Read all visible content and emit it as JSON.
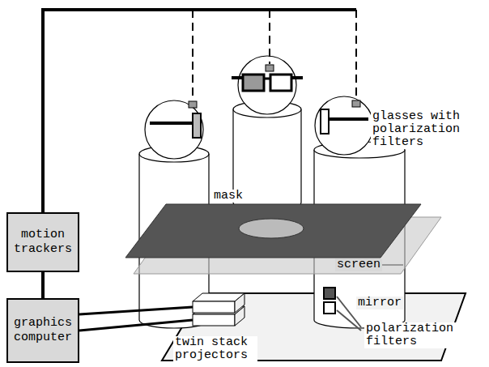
{
  "diagram": {
    "nodes": [
      {
        "text": [
          "motion trackers"
        ]
      },
      {
        "text": [
          "graphics computer"
        ]
      }
    ],
    "edges": [
      {
        "from": 0,
        "to": 1,
        "arrow": "none"
      }
    ],
    "labels": [
      "glasses with polarization filters",
      "mask",
      "screen",
      "mirror",
      "polarization filters",
      "twin stack projectors"
    ]
  }
}
